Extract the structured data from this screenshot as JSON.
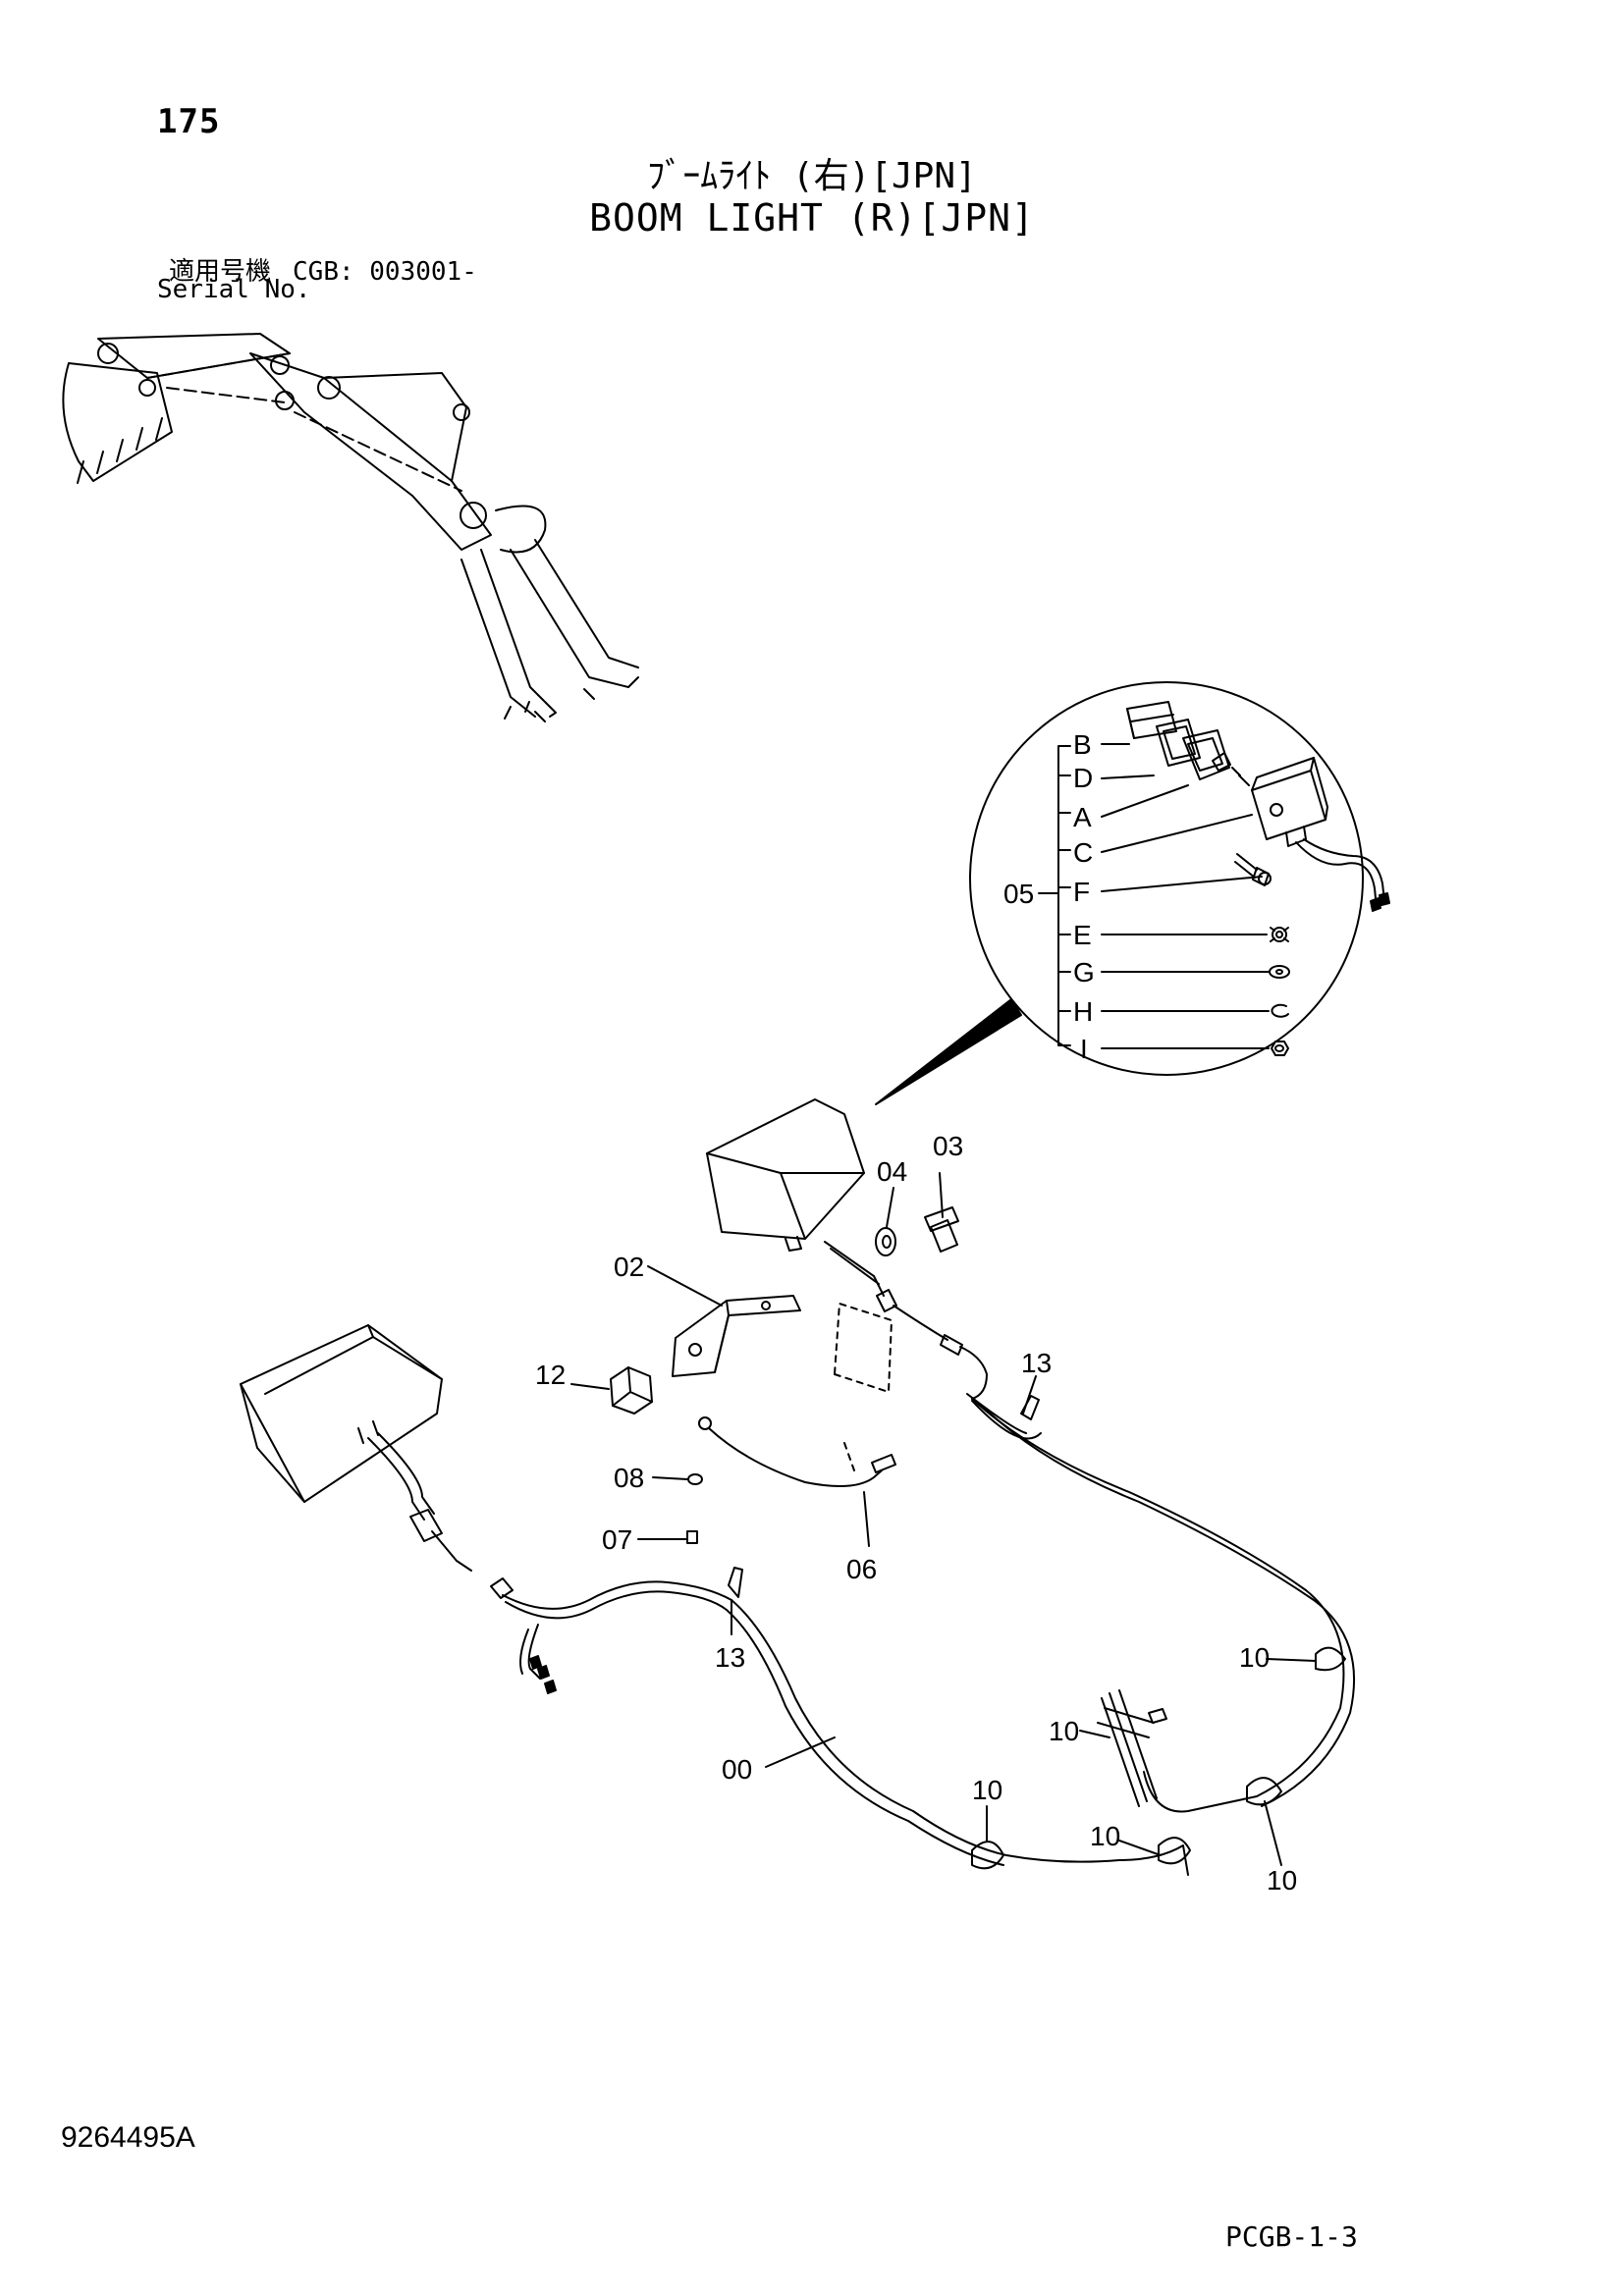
{
  "page_number": "175",
  "title_jp": "ﾌﾞｰﾑﾗｲﾄ (右)[JPN]",
  "title_en": "BOOM LIGHT (R)[JPN]",
  "serial": {
    "label_jp": "適用号機",
    "label_en": "Serial No.",
    "value": "CGB: 003001-"
  },
  "detail_group_label": "05",
  "detail_labels": {
    "B": "B",
    "D": "D",
    "A": "A",
    "C": "C",
    "F": "F",
    "E": "E",
    "G": "G",
    "H": "H",
    "I": "I"
  },
  "part_labels": {
    "p00": "00",
    "p02": "02",
    "p03": "03",
    "p04": "04",
    "p06": "06",
    "p07": "07",
    "p08": "08",
    "p10a": "10",
    "p10b": "10",
    "p10c": "10",
    "p10d": "10",
    "p10e": "10",
    "p12": "12",
    "p13a": "13",
    "p13b": "13"
  },
  "document_number": "9264495A",
  "page_code": "PCGB-1-3"
}
